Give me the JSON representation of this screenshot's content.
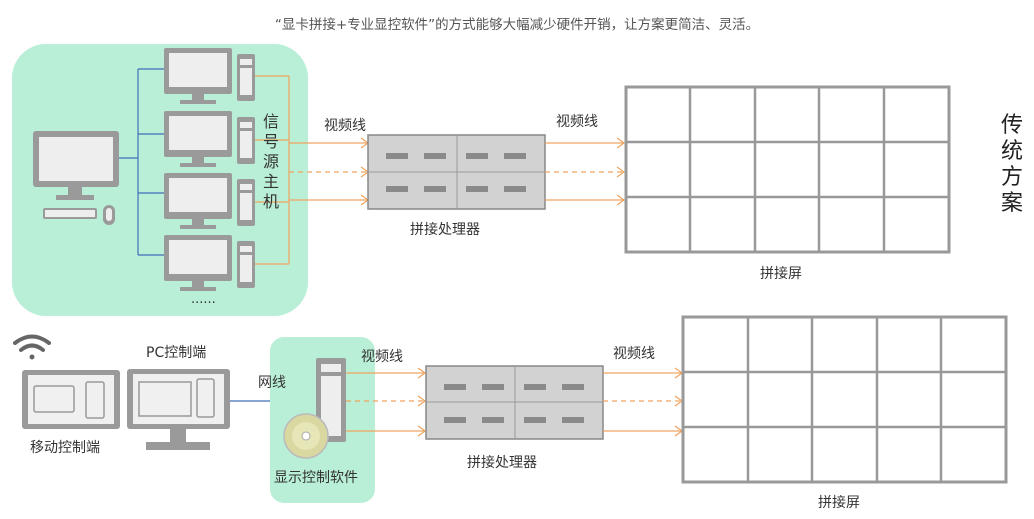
{
  "caption": "“显卡拼接+专业显控软件”的方式能够大幅减少硬件开销，让方案更简洁、灵活。",
  "traditional": {
    "source_host_label": "信号源主机",
    "more_label": "......",
    "video_cable_left": "视频线",
    "video_cable_right": "视频线",
    "processor_label": "拼接处理器",
    "wall_label": "拼接屏",
    "side_label": "传统方案",
    "wall_grid": {
      "rows": 3,
      "cols": 5
    }
  },
  "new_scheme": {
    "pc_label": "PC控制端",
    "mobile_label": "移动控制端",
    "network_label": "网线",
    "software_label": "显示控制软件",
    "video_cable_left": "视频线",
    "video_cable_right": "视频线",
    "processor_label": "拼接处理器",
    "wall_label": "拼接屏",
    "wall_grid": {
      "rows": 3,
      "cols": 5
    }
  },
  "colors": {
    "green_panel": "#b9efd6",
    "gray_device": "#888888",
    "orange_line": "#f0a460",
    "blue_line": "#3f6fb8"
  }
}
